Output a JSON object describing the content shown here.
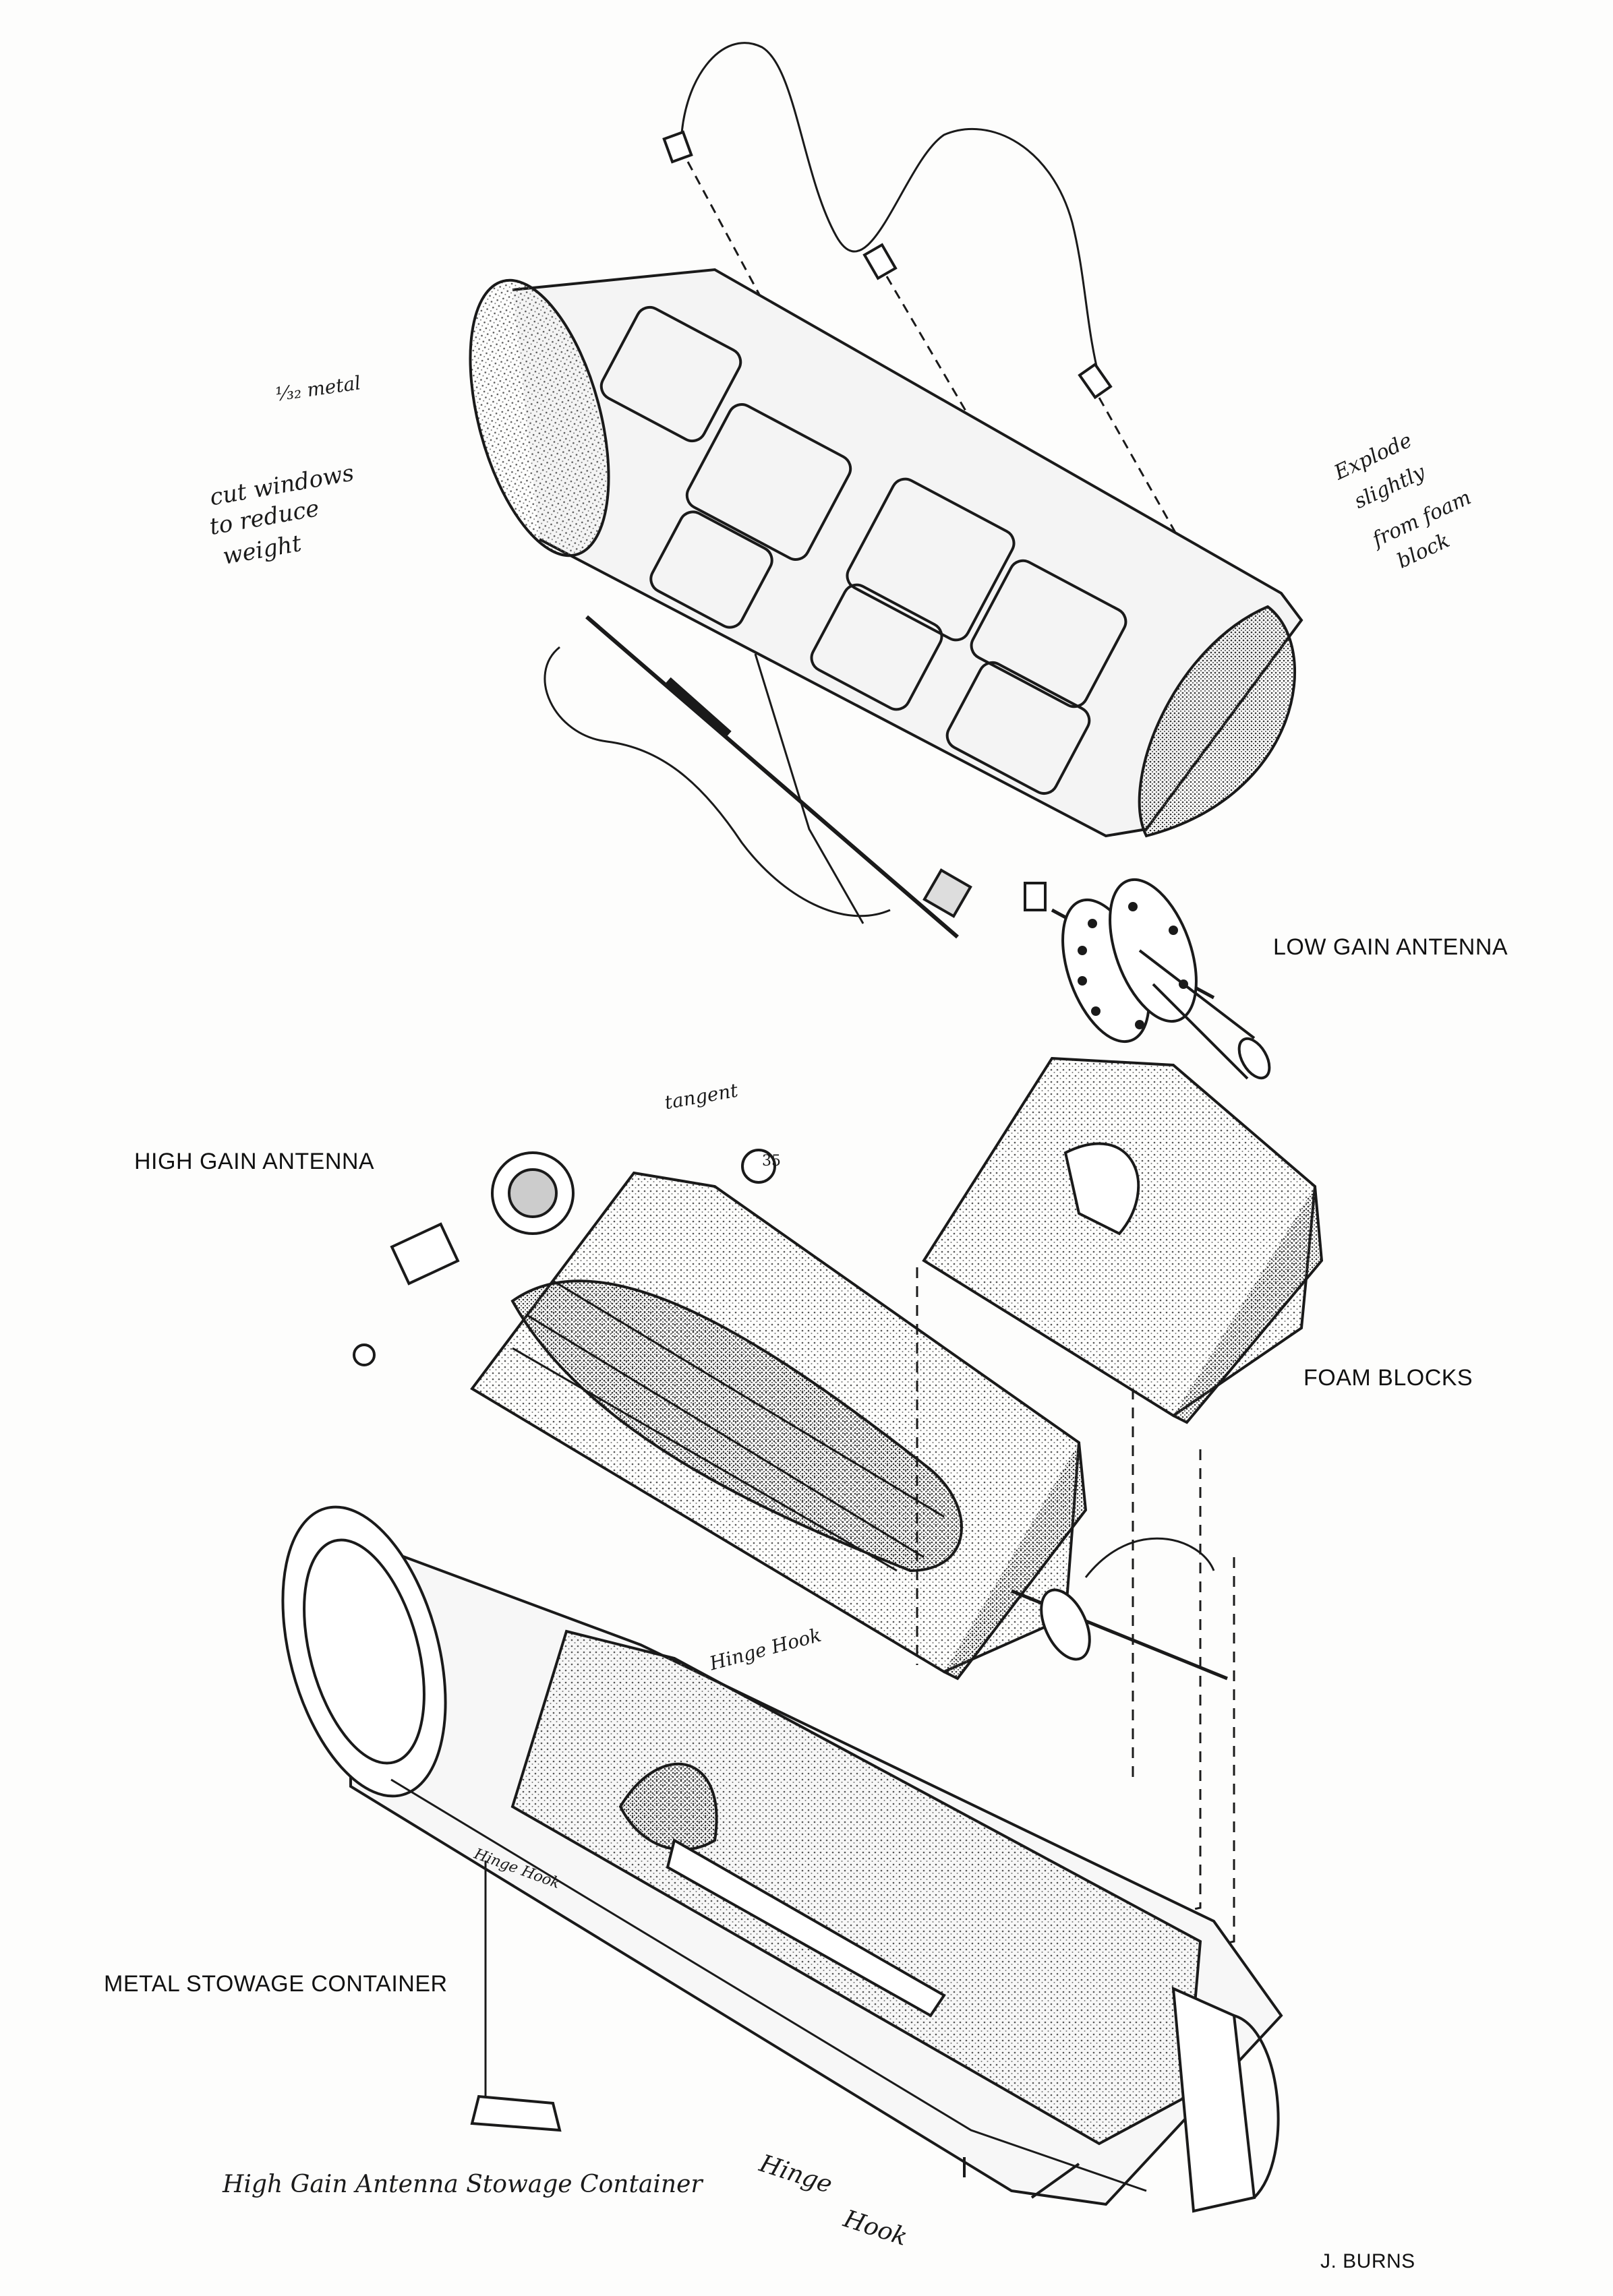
{
  "labels": {
    "low_gain": "LOW GAIN ANTENNA",
    "high_gain": "HIGH GAIN ANTENNA",
    "foam": "FOAM BLOCKS",
    "metal": "METAL STOWAGE CONTAINER",
    "author": "J. BURNS"
  },
  "handwriting": {
    "metal_note": "⅓₂ metal",
    "cutout_note_1": "cut windows",
    "cutout_note_2": "to reduce",
    "cutout_note_3": "weight",
    "explode_1": "Explode",
    "explode_2": "slightly",
    "explode_3": "from foam",
    "explode_4": "block",
    "tangent": "tangent",
    "callout_num": "35",
    "hinge_hook_top": "Hinge Hook",
    "hinge_hook_left": "Hinge Hook",
    "hinge": "Hinge",
    "hook": "Hook",
    "caption": "High Gain Antenna Stowage Container"
  },
  "colors": {
    "ink": "#1a1a1a",
    "stipple": "#6b6b6b",
    "paper": "#fdfdfc"
  }
}
